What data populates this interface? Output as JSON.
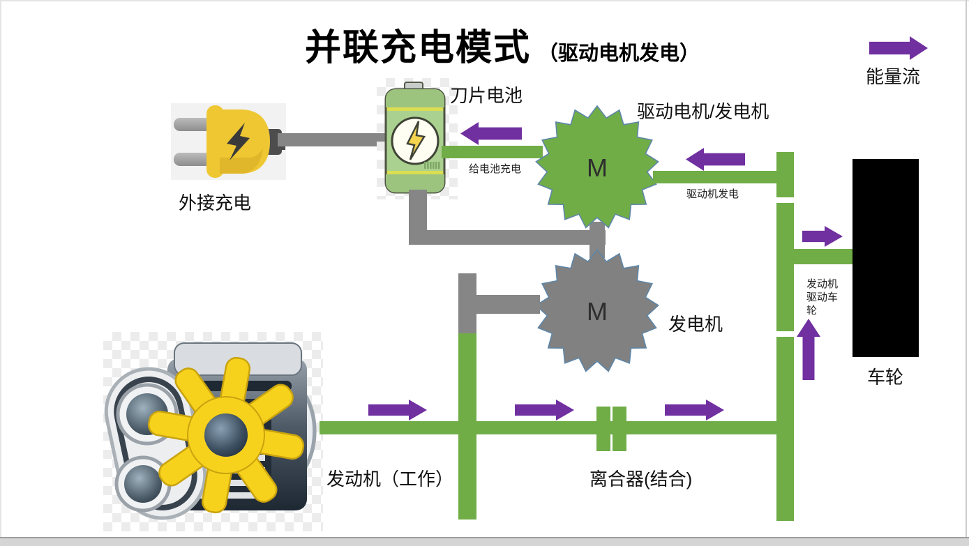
{
  "title": {
    "main": "并联充电模式",
    "sub": "（驱动电机发电）"
  },
  "legend": {
    "label": "能量流"
  },
  "nodes": {
    "external_charge_label": "外接充电",
    "battery_label": "刀片电池",
    "motor_label": "驱动电机/发电机",
    "motor_m": "M",
    "generator_label": "发电机",
    "generator_m": "M",
    "engine_label": "发动机（工作）",
    "clutch_label": "离合器(结合)",
    "wheel_label": "车轮"
  },
  "flow_labels": {
    "charge_battery": "给电池充电",
    "motor_generate": "驱动机发电",
    "engine_drive_wheel": "发动机驱动车轮"
  },
  "colors": {
    "purple": "#7030A0",
    "green": "#70AD47",
    "gray": "#868686",
    "gear_gray": "#818181",
    "gear_outline": "#5E86A8",
    "black": "#000000"
  }
}
